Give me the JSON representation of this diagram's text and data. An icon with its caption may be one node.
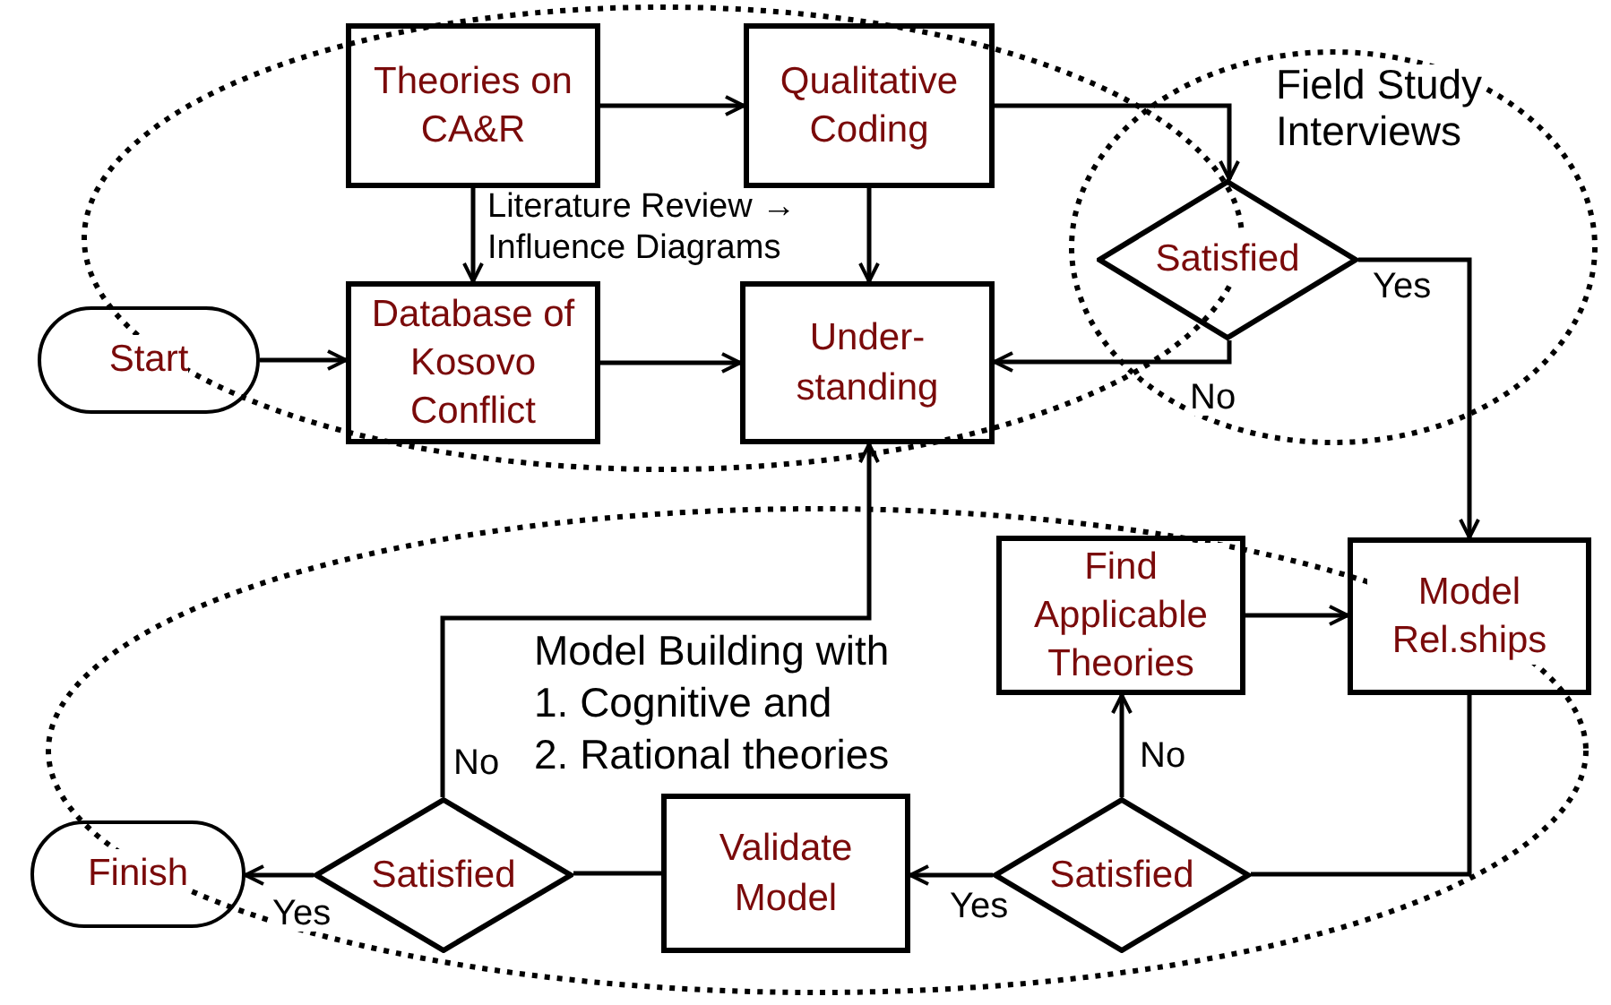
{
  "diagram": {
    "nodes": [
      {
        "text": [
          "Start"
        ]
      },
      {
        "text": [
          "Theories on CA&R"
        ]
      },
      {
        "text": [
          "Qualitative Coding"
        ]
      },
      {
        "text": [
          "Database of Kosovo Conflict"
        ]
      },
      {
        "text": [
          "Under- standing"
        ]
      },
      {
        "text": [
          "Satisfied"
        ]
      },
      {
        "text": [
          "Find Applicable Theories"
        ]
      },
      {
        "text": [
          "Model Rel.ships"
        ]
      },
      {
        "text": [
          "Validate Model"
        ]
      },
      {
        "text": [
          "Satisfied"
        ]
      },
      {
        "text": [
          "Satisfied"
        ]
      },
      {
        "text": [
          "Finish"
        ]
      }
    ],
    "edges": [
      {
        "from": 0,
        "to": 3,
        "arrow": "to"
      },
      {
        "from": 1,
        "to": 2,
        "arrow": "to"
      },
      {
        "from": 1,
        "to": 3,
        "arrow": "to"
      },
      {
        "from": 2,
        "to": 4,
        "arrow": "to"
      },
      {
        "from": 3,
        "to": 4,
        "arrow": "to"
      },
      {
        "from": 2,
        "to": 5,
        "arrow": "to"
      },
      {
        "from": 5,
        "to": 4,
        "arrow": "to",
        "label": "No"
      },
      {
        "from": 5,
        "to": 7,
        "arrow": "to",
        "label": "Yes"
      },
      {
        "from": 7,
        "to": 9,
        "arrow": "none"
      },
      {
        "from": 9,
        "to": 6,
        "arrow": "to",
        "label": "No"
      },
      {
        "from": 6,
        "to": 7,
        "arrow": "to"
      },
      {
        "from": 9,
        "to": 8,
        "arrow": "to",
        "label": "Yes"
      },
      {
        "from": 8,
        "to": 10,
        "arrow": "none"
      },
      {
        "from": 10,
        "to": 11,
        "arrow": "to",
        "label": "Yes"
      },
      {
        "from": 10,
        "to": 4,
        "arrow": "to",
        "label": "No"
      }
    ],
    "labels": [
      "Literature Review →",
      "Influence Diagrams",
      "Field Study",
      "Interviews",
      "Model Building with",
      "1. Cognitive and",
      "2. Rational theories"
    ]
  }
}
